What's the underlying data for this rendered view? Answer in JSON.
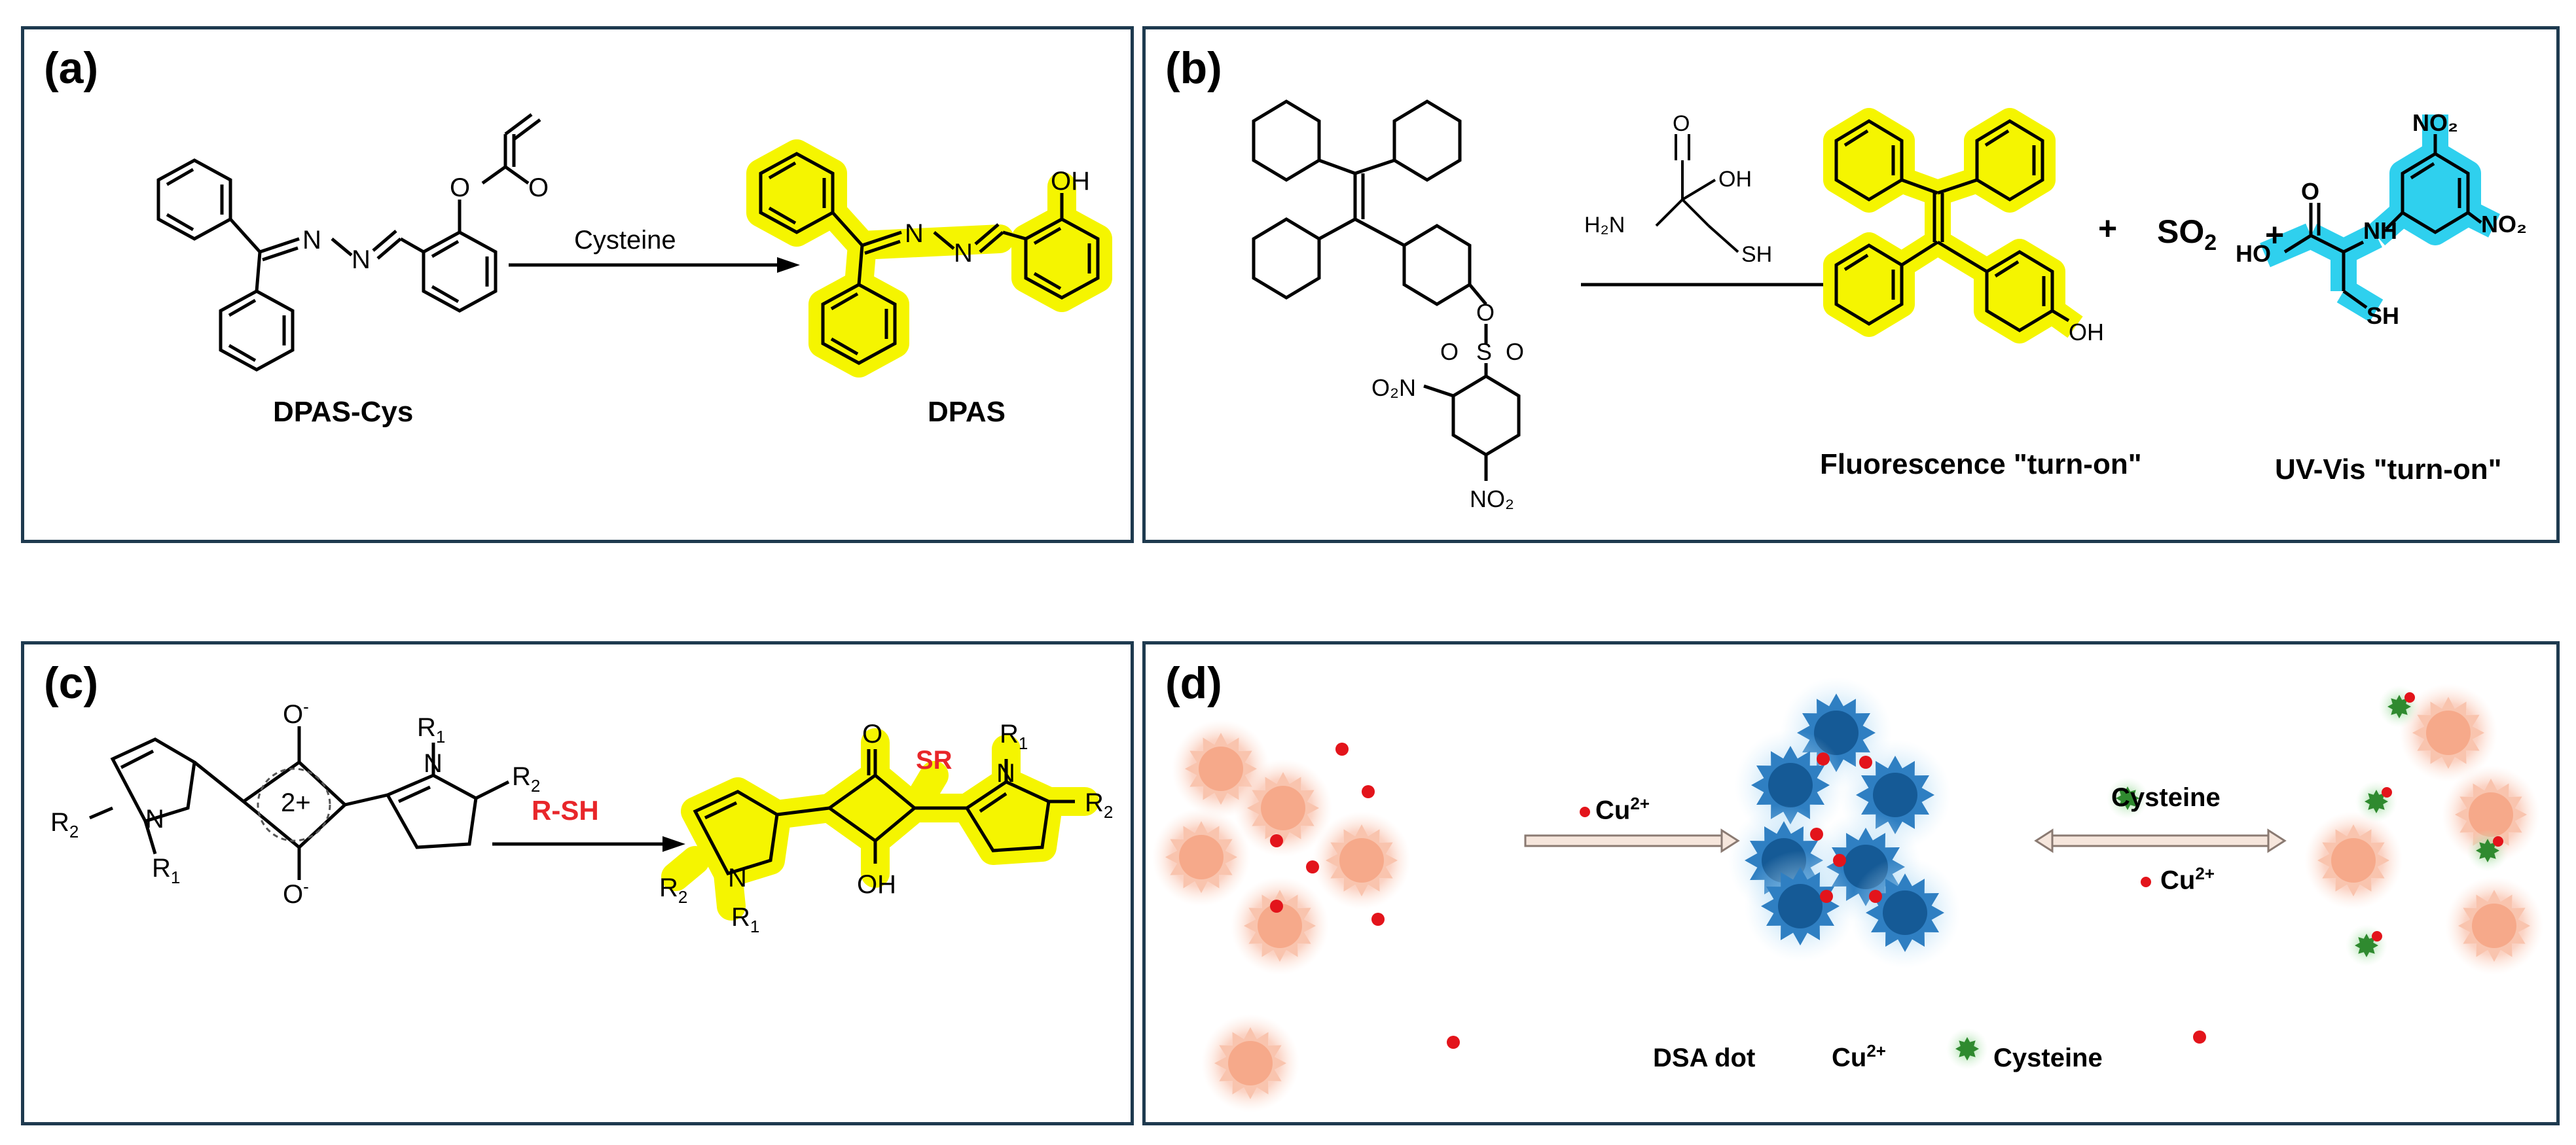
{
  "panels": {
    "a": {
      "label": "(a)",
      "reagent": "Cysteine",
      "reactant_name": "DPAS-Cys",
      "product_name": "DPAS"
    },
    "b": {
      "label": "(b)",
      "plus1": "+",
      "so2": "SO",
      "so2_sub": "2",
      "plus2": "+",
      "caption_left": "Fluorescence \"turn-on\"",
      "caption_right": "UV-Vis \"turn-on\""
    },
    "c": {
      "label": "(c)",
      "reagent": "R-SH"
    },
    "d": {
      "label": "(d)",
      "arrow1_label": "Cu",
      "arrow1_sup": "2+",
      "arrow2_top_label": "Cysteine",
      "arrow2_bottom_label": "Cu",
      "arrow2_bottom_sup": "2+",
      "legend": {
        "dot": "DSA dot",
        "cu": "Cu",
        "cu_sup": "2+",
        "cys": "Cysteine"
      }
    }
  },
  "colors": {
    "border": "#1e3a4f",
    "highlight_yellow": "#f5f500",
    "highlight_cyan": "#2fd0ee",
    "red_text": "#e8262a",
    "dsa_dot": "#f7b7a0",
    "dsa_dot_agg": "#1b5f9e",
    "cu_dot": "#e3141b",
    "cys_green": "#2f8a2f"
  }
}
